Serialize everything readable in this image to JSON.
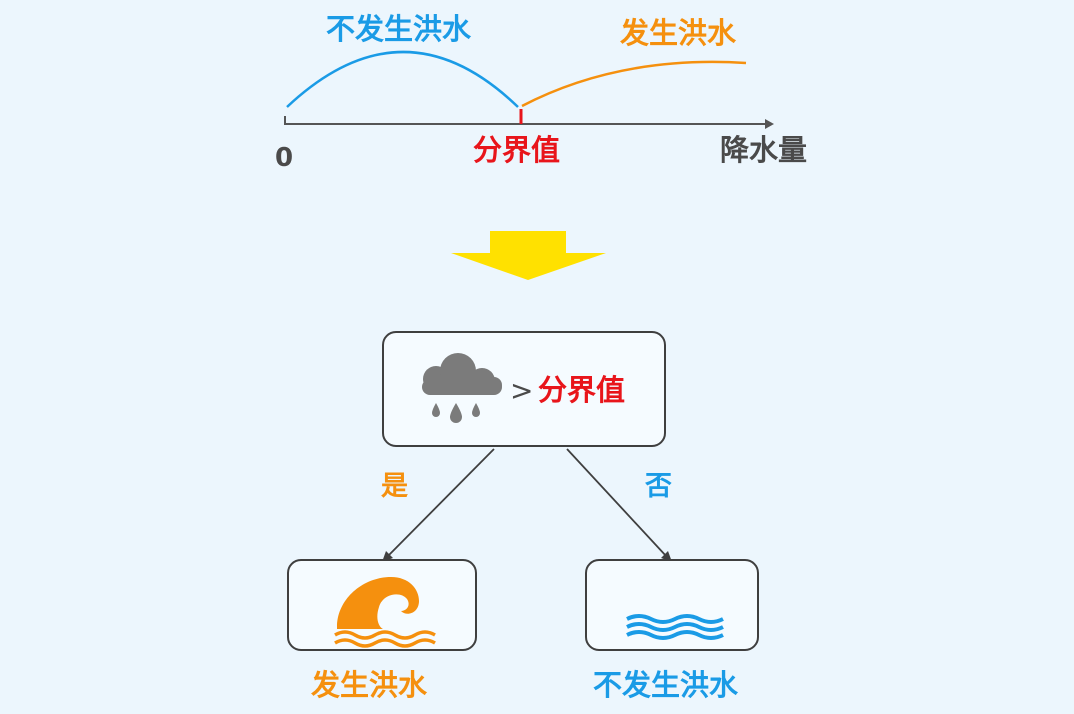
{
  "scale": {
    "label_no_flood": "不发生洪水",
    "label_flood": "发生洪水",
    "zero": "0",
    "threshold": "分界值",
    "axis": "降水量"
  },
  "decision": {
    "gt": ">",
    "threshold": "分界值",
    "yes": "是",
    "no": "否",
    "left_caption": "发生洪水",
    "right_caption": "不发生洪水"
  },
  "colors": {
    "blue": "#1a9be6",
    "orange": "#f5900e",
    "red": "#e8151b",
    "gray": "#4a4a4a",
    "arrow_yellow": "#ffe100",
    "cloud_gray": "#7b7b7b"
  },
  "icons": {
    "condition": "rain-cloud-icon",
    "flood": "wave-icon",
    "calm": "calm-water-icon"
  }
}
